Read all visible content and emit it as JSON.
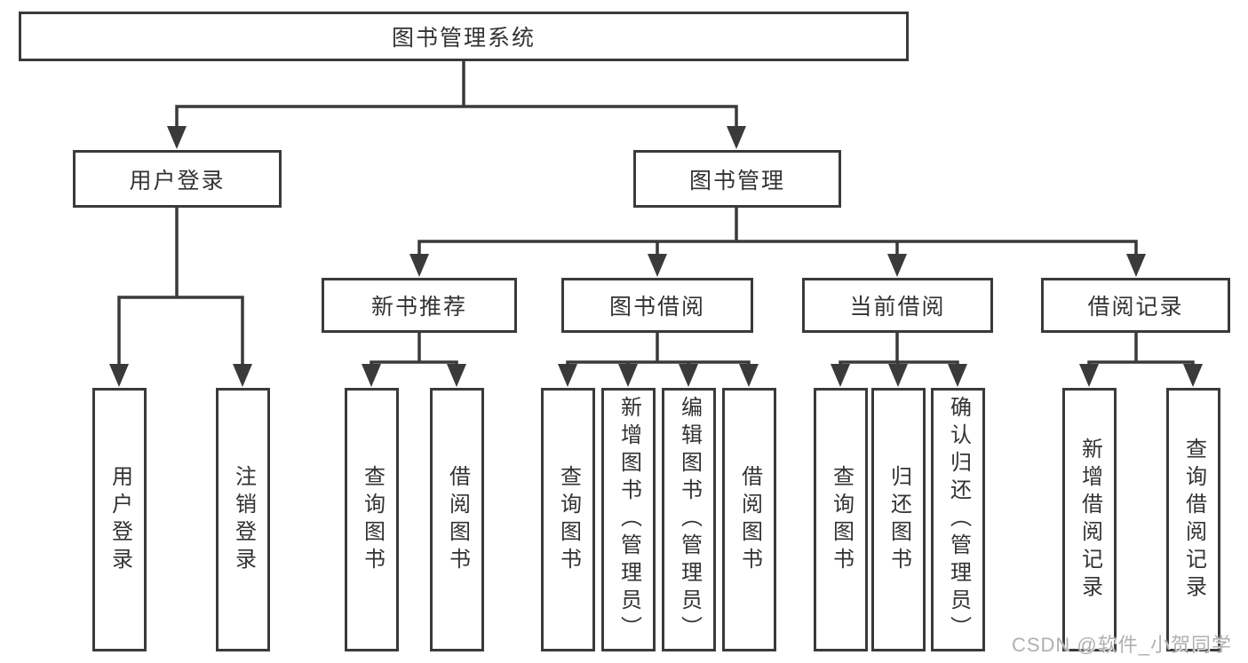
{
  "tree": {
    "label": "图书管理系统",
    "children": [
      {
        "label": "用户登录",
        "children": [
          {
            "label": "用户登录"
          },
          {
            "label": "注销登录"
          }
        ]
      },
      {
        "label": "图书管理",
        "children": [
          {
            "label": "新书推荐",
            "children": [
              {
                "label": "查询图书"
              },
              {
                "label": "借阅图书"
              }
            ]
          },
          {
            "label": "图书借阅",
            "children": [
              {
                "label": "查询图书"
              },
              {
                "label": "新增图书（管理员）"
              },
              {
                "label": "编辑图书（管理员）"
              },
              {
                "label": "借阅图书"
              }
            ]
          },
          {
            "label": "当前借阅",
            "children": [
              {
                "label": "查询图书"
              },
              {
                "label": "归还图书"
              },
              {
                "label": "确认归还（管理员）"
              }
            ]
          },
          {
            "label": "借阅记录",
            "children": [
              {
                "label": "新增借阅记录"
              },
              {
                "label": "查询借阅记录"
              }
            ]
          }
        ]
      }
    ]
  },
  "watermark": {
    "text": "CSDN @软件_小贺同学"
  },
  "colors": {
    "line": "#3a3a3a",
    "text": "#333333",
    "background": "#ffffff",
    "box_fill": "#ffffff",
    "watermark": "#b0b0b0"
  }
}
